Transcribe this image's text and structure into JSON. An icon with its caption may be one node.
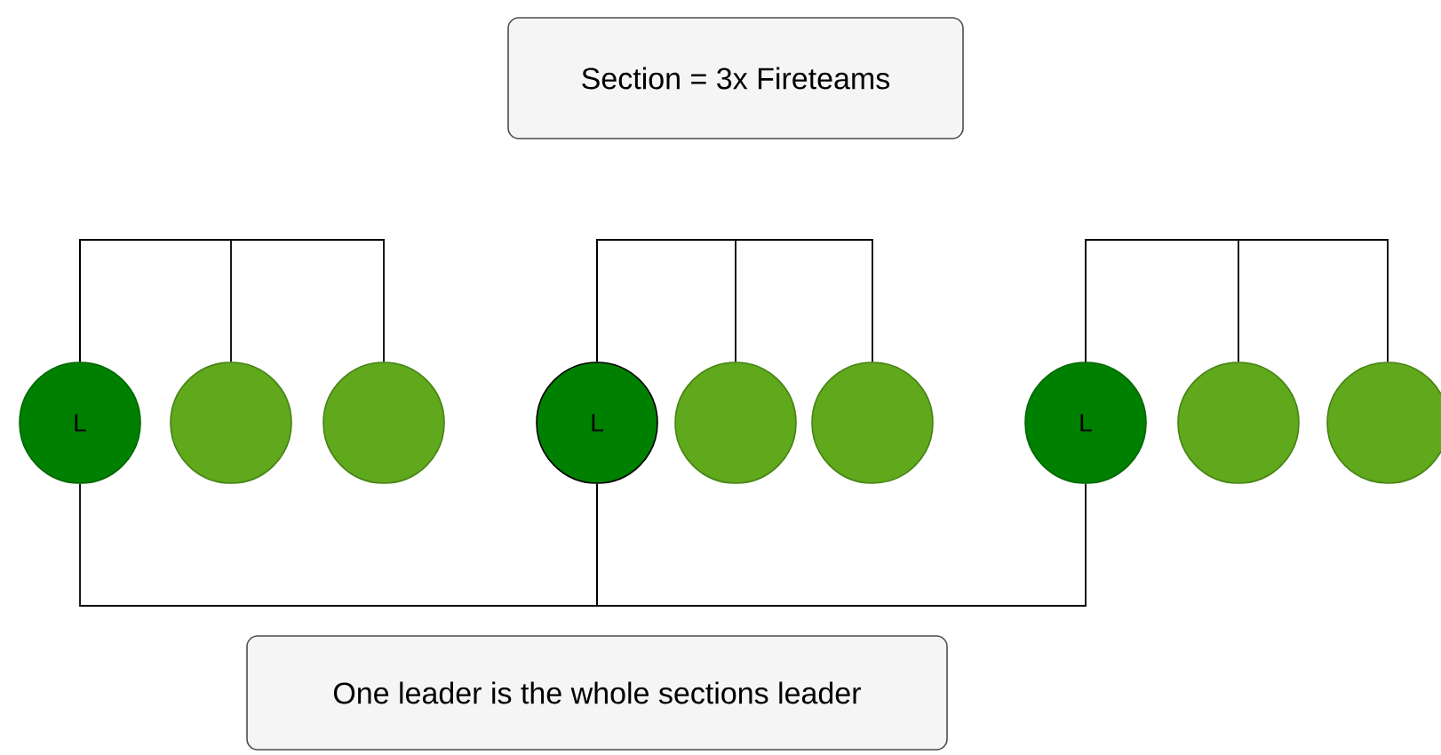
{
  "diagram": {
    "nodes": [
      {
        "text": [
          "Section = 3x Fireteams"
        ]
      },
      {
        "text": [
          "L"
        ]
      },
      {
        "text": [],
        "shape": "circle"
      },
      {
        "text": [],
        "shape": "circle"
      },
      {
        "text": [
          "L"
        ]
      },
      {
        "text": [],
        "shape": "circle"
      },
      {
        "text": [],
        "shape": "circle"
      },
      {
        "text": [
          "L"
        ]
      },
      {
        "text": [],
        "shape": "circle"
      },
      {
        "text": [],
        "shape": "circle"
      },
      {
        "text": [
          "One leader is the whole sections leader"
        ]
      }
    ],
    "edges": [
      {
        "from": 1,
        "to": 2,
        "arrow": "none"
      },
      {
        "from": 1,
        "to": 3,
        "arrow": "none"
      },
      {
        "from": 4,
        "to": 5,
        "arrow": "none"
      },
      {
        "from": 4,
        "to": 6,
        "arrow": "none"
      },
      {
        "from": 7,
        "to": 8,
        "arrow": "none"
      },
      {
        "from": 7,
        "to": 9,
        "arrow": "none"
      },
      {
        "from": 1,
        "to": 4,
        "arrow": "none"
      },
      {
        "from": 4,
        "to": 7,
        "arrow": "none"
      }
    ]
  }
}
